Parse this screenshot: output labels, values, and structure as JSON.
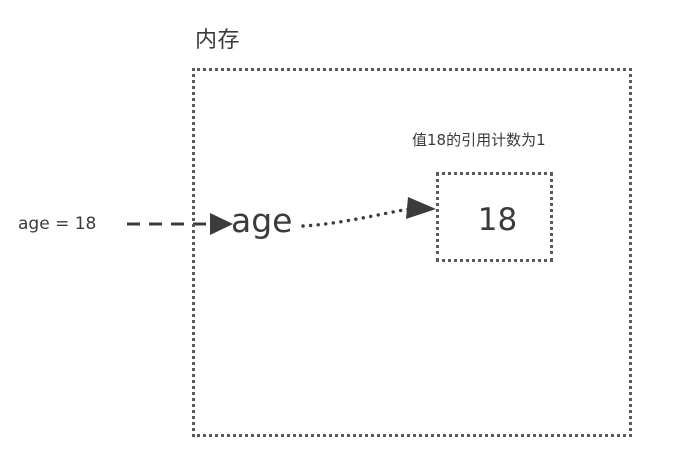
{
  "diagram": {
    "background_color": "#ffffff",
    "stroke_color": "#5a5a5a",
    "text_color": "#3b3b3b",
    "memory_region": {
      "title": "内存",
      "border_style": "dotted"
    },
    "assignment": {
      "statement": "age = 18",
      "connector": "dashed-arrow-right"
    },
    "variable": {
      "name": "age",
      "connector": "dotted-arrow-right"
    },
    "value_box": {
      "value": "18",
      "border_style": "dotted",
      "caption": "值18的引用计数为1"
    }
  }
}
